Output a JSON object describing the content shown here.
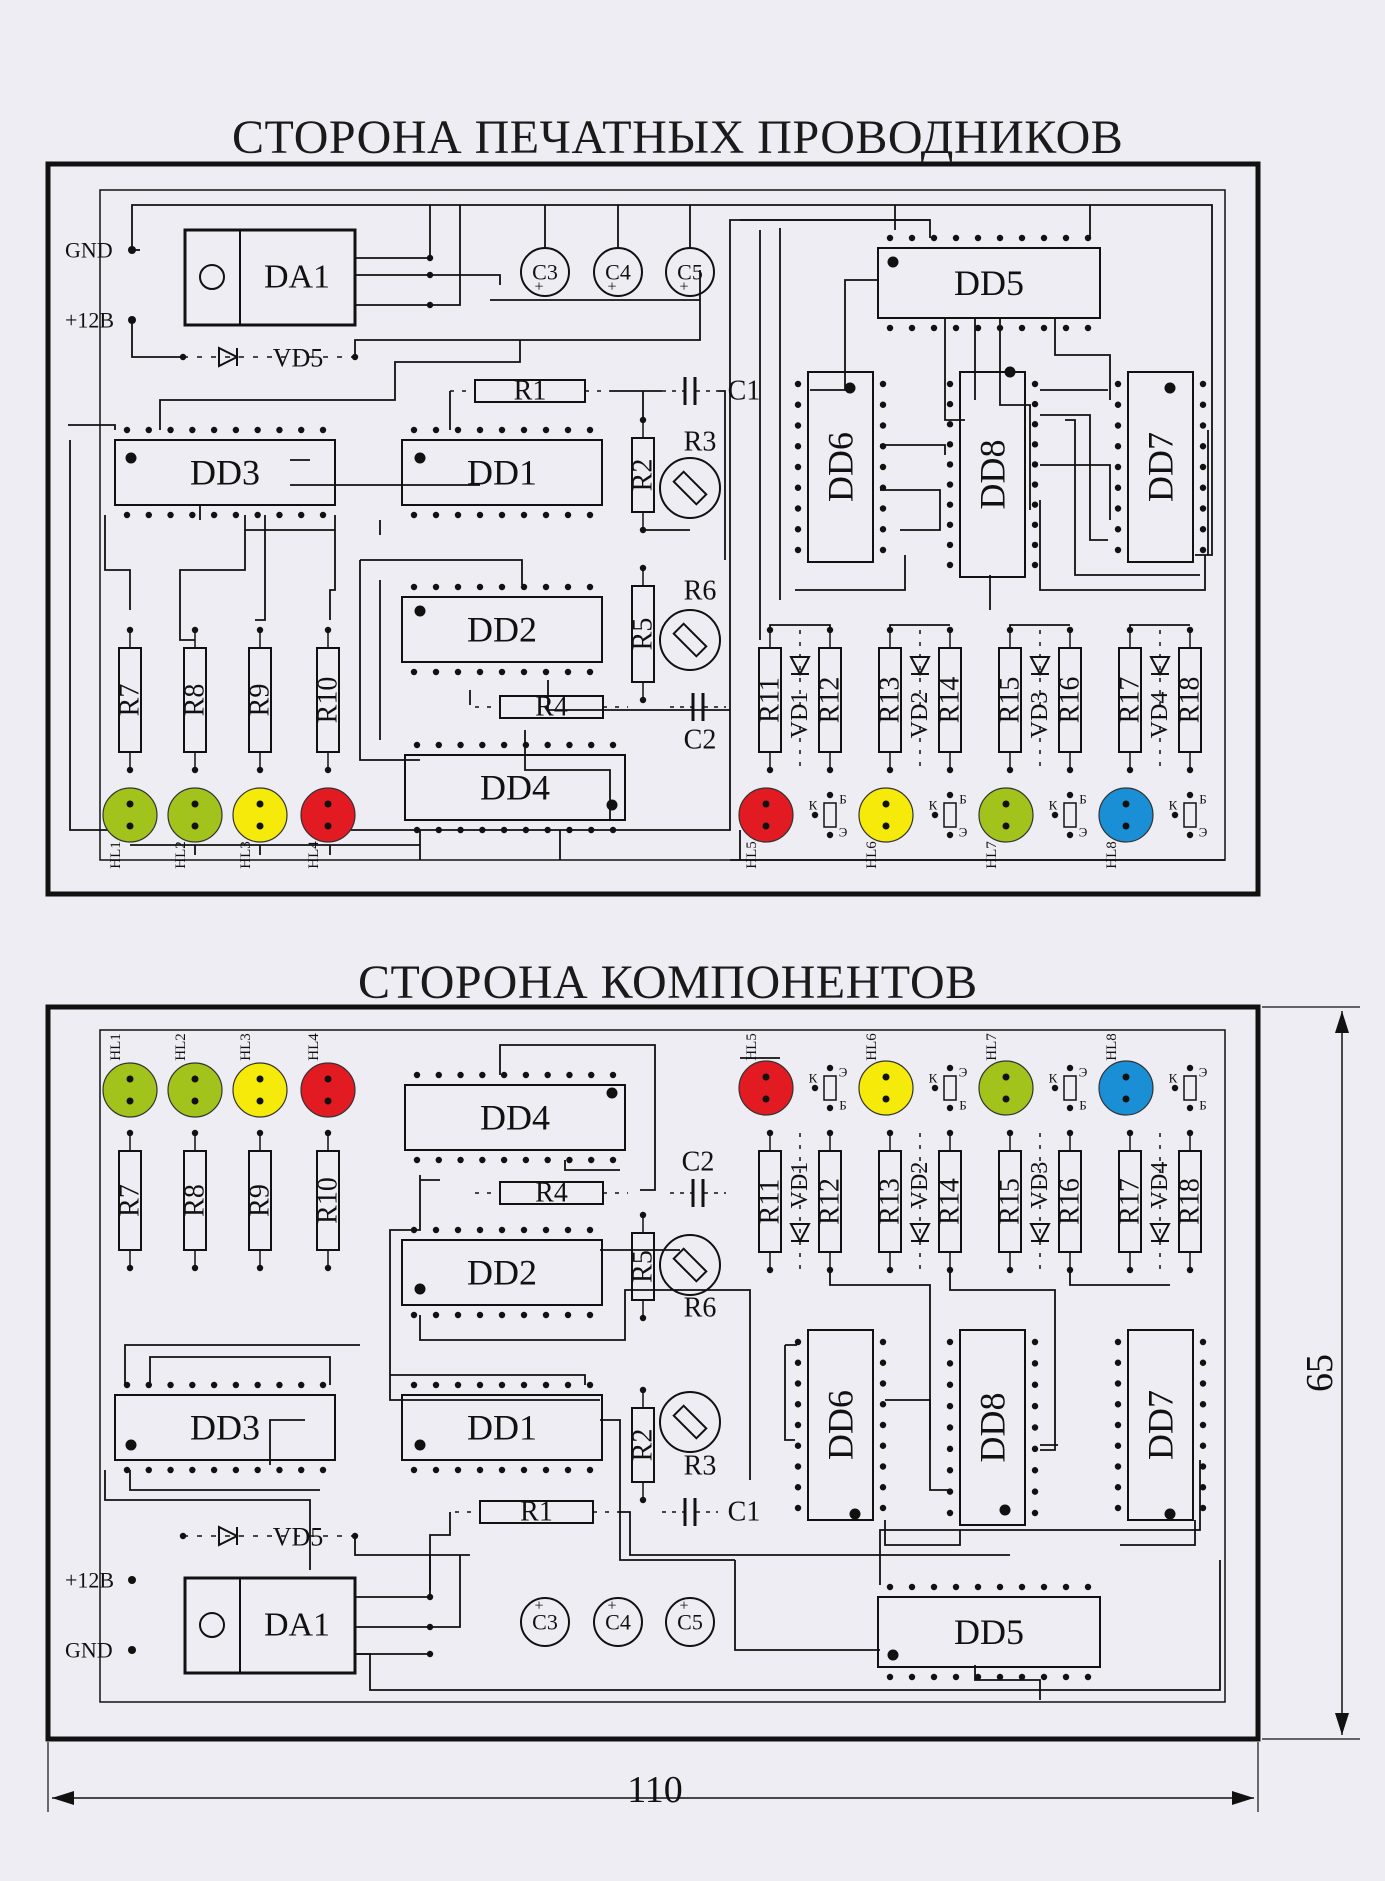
{
  "titles": {
    "top": "СТОРОНА ПЕЧАТНЫХ ПРОВОДНИКОВ",
    "bottom": "СТОРОНА КОМПОНЕНТОВ"
  },
  "dimensions": {
    "width": "110",
    "height": "65"
  },
  "power": {
    "gnd": "GND",
    "vcc": "+12В"
  },
  "regulator": "DA1",
  "diode_main": "VD5",
  "capacitors": {
    "elec": [
      "C3",
      "C4",
      "C5"
    ],
    "film": [
      "C1",
      "C2"
    ]
  },
  "chips": [
    "DD1",
    "DD2",
    "DD3",
    "DD4",
    "DD5",
    "DD6",
    "DD7",
    "DD8"
  ],
  "resistors": {
    "r1": "R1",
    "r2": "R2",
    "r4": "R4",
    "r5": "R5",
    "led_left": [
      "R7",
      "R8",
      "R9",
      "R10"
    ]
  },
  "trimmers": [
    "R3",
    "R6"
  ],
  "leds_left": [
    {
      "label": "HL1",
      "color": "#a2c21c"
    },
    {
      "label": "HL2",
      "color": "#a2c21c"
    },
    {
      "label": "HL3",
      "color": "#f6ea0a"
    },
    {
      "label": "HL4",
      "color": "#e21a22"
    }
  ],
  "led_groups": [
    {
      "led": "HL5",
      "color": "#e21a22",
      "r_a": "R11",
      "vd": "VD1",
      "r_b": "R12"
    },
    {
      "led": "HL6",
      "color": "#f6ea0a",
      "r_a": "R13",
      "vd": "VD2",
      "r_b": "R14"
    },
    {
      "led": "HL7",
      "color": "#a2c21c",
      "r_a": "R15",
      "vd": "VD3",
      "r_b": "R16"
    },
    {
      "led": "HL8",
      "color": "#1a8fd6",
      "r_a": "R17",
      "vd": "VD4",
      "r_b": "R18"
    }
  ],
  "transistor_pins": {
    "k": "К",
    "b": "Б",
    "e": "Э"
  },
  "plus_sign": "+"
}
